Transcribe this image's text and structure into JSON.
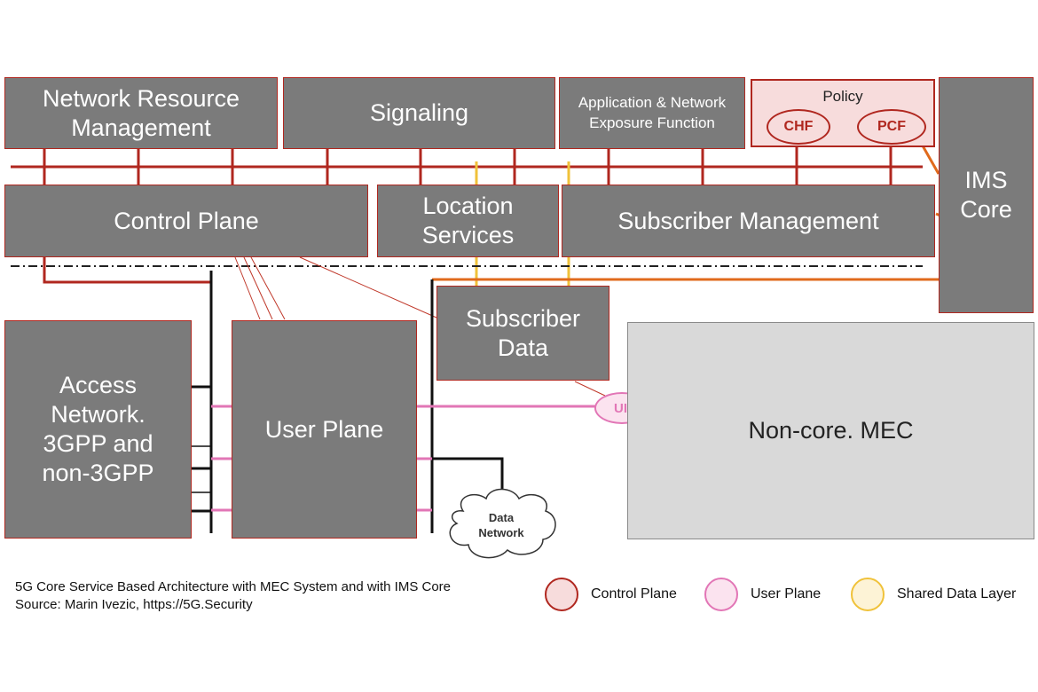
{
  "boxes": {
    "network_resource_management": "Network Resource\nManagement",
    "signaling": "Signaling",
    "nef": "Application & Network\nExposure Function",
    "control_plane": "Control Plane",
    "location_services": "Location\nServices",
    "subscriber_management": "Subscriber Management",
    "ims_core": "IMS\nCore",
    "subscriber_data": "Subscriber\nData",
    "access_network": "Access\nNetwork.\n3GPP and\nnon-3GPP",
    "user_plane": "User Plane",
    "non_core_mec": "Non-core. MEC"
  },
  "policy": {
    "title": "Policy",
    "chf": "CHF",
    "pcf": "PCF"
  },
  "upf_label": "UI",
  "data_network": "Data\nNetwork",
  "caption": {
    "line1": "5G Core Service Based Architecture with MEC System and with IMS Core",
    "line2": "Source: Marin Ivezic, https://5G.Security"
  },
  "legend": [
    {
      "label": "Control Plane",
      "border": "#b0271f",
      "fill": "#f7dcdc"
    },
    {
      "label": "User Plane",
      "border": "#e276b6",
      "fill": "#fbe3ef"
    },
    {
      "label": "Shared Data Layer",
      "border": "#f0c23a",
      "fill": "#fdf3d6"
    }
  ],
  "colors": {
    "control_plane": "#b0271f",
    "user_plane": "#e276b6",
    "shared_data": "#f0c23a",
    "ims_link": "#e06a1c",
    "box_fill": "#7b7b7b"
  }
}
